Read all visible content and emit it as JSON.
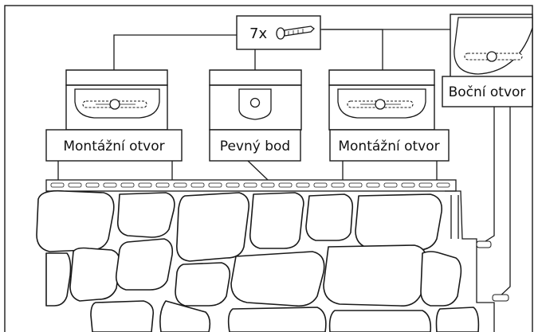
{
  "screw_callout": {
    "quantity": "7x",
    "icon": "screw-icon"
  },
  "callouts": [
    {
      "id": "mounting-hole-left",
      "label": "Montážní otvor",
      "icon": "slotted-hole-icon"
    },
    {
      "id": "fixed-point",
      "label": "Pevný bod",
      "icon": "fixed-hole-icon"
    },
    {
      "id": "mounting-hole-right",
      "label": "Montážní otvor",
      "icon": "slotted-hole-icon"
    },
    {
      "id": "side-hole",
      "label": "Boční otvor",
      "icon": "slotted-hole-icon"
    }
  ],
  "colors": {
    "line": "#1a1a1a",
    "background": "#ffffff"
  }
}
